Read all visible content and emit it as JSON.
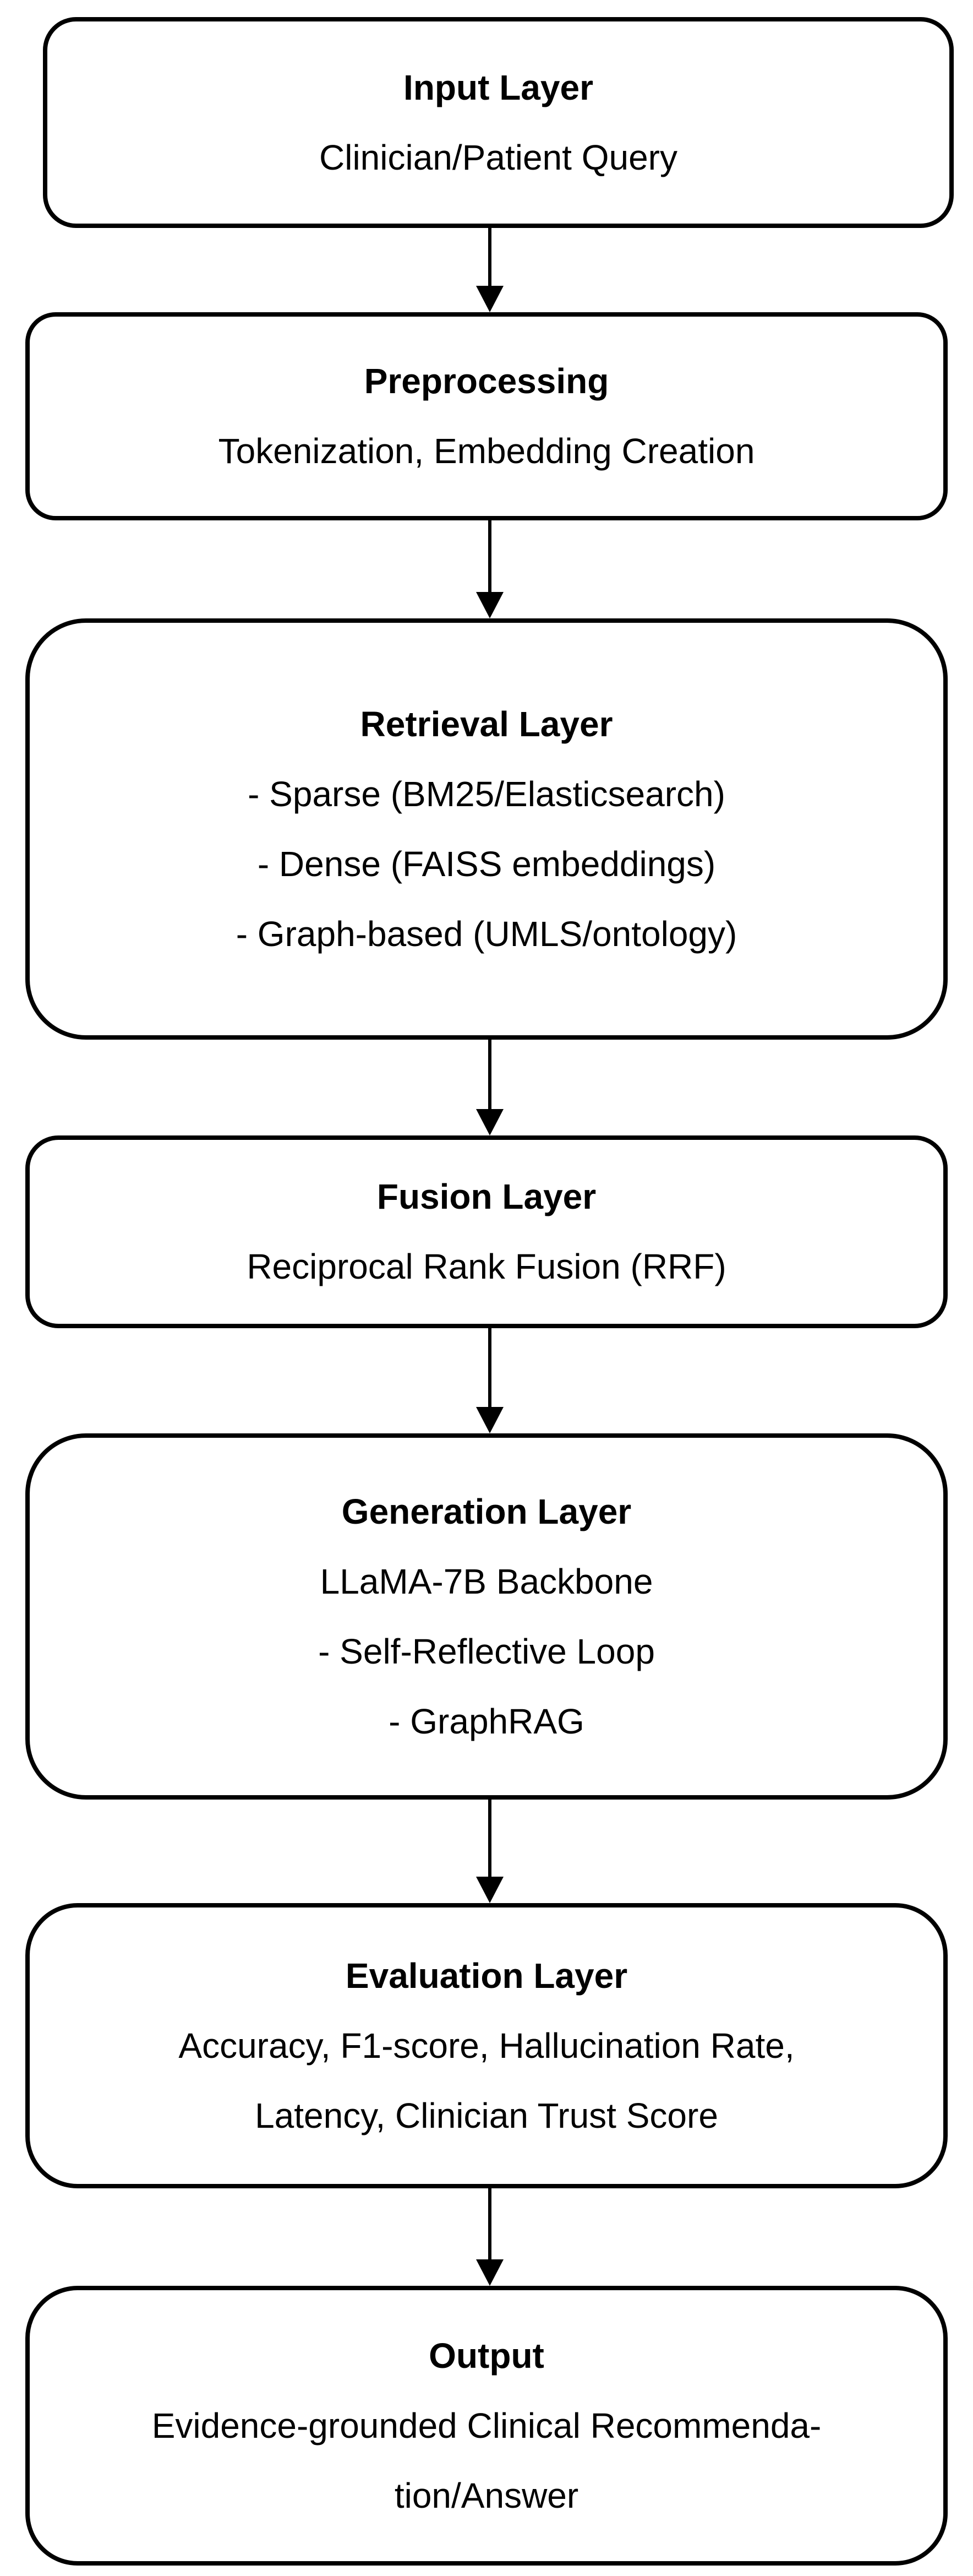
{
  "diagram": {
    "background_color": "#ffffff",
    "stroke_color": "#000000",
    "nodes": [
      {
        "title": "Input Layer",
        "lines": [
          "Clinician/Patient Query"
        ]
      },
      {
        "title": "Preprocessing",
        "lines": [
          "Tokenization, Embedding Creation"
        ]
      },
      {
        "title": "Retrieval Layer",
        "lines": [
          "- Sparse (BM25/Elasticsearch)",
          "- Dense (FAISS embeddings)",
          "- Graph-based (UMLS/ontology)"
        ]
      },
      {
        "title": "Fusion Layer",
        "lines": [
          "Reciprocal Rank Fusion (RRF)"
        ]
      },
      {
        "title": "Generation Layer",
        "lines": [
          "LLaMA-7B Backbone",
          "- Self-Reflective Loop",
          "- GraphRAG"
        ]
      },
      {
        "title": "Evaluation Layer",
        "lines": [
          "Accuracy, F1-score, Hallucination Rate,",
          "Latency, Clinician Trust Score"
        ]
      },
      {
        "title": "Output",
        "lines": [
          "Evidence-grounded Clinical Recommenda-",
          "tion/Answer"
        ]
      }
    ]
  }
}
